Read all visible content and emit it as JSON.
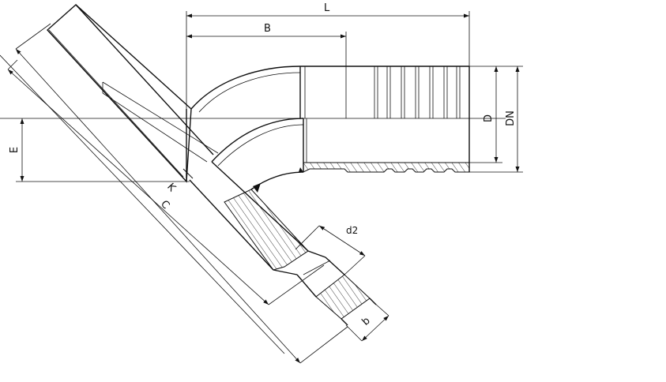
{
  "dimensions": {
    "L": "L",
    "B": "B",
    "D": "D",
    "DN": "DN",
    "E": "E",
    "C": "C",
    "K": "K",
    "d2": "d2",
    "b": "b"
  }
}
